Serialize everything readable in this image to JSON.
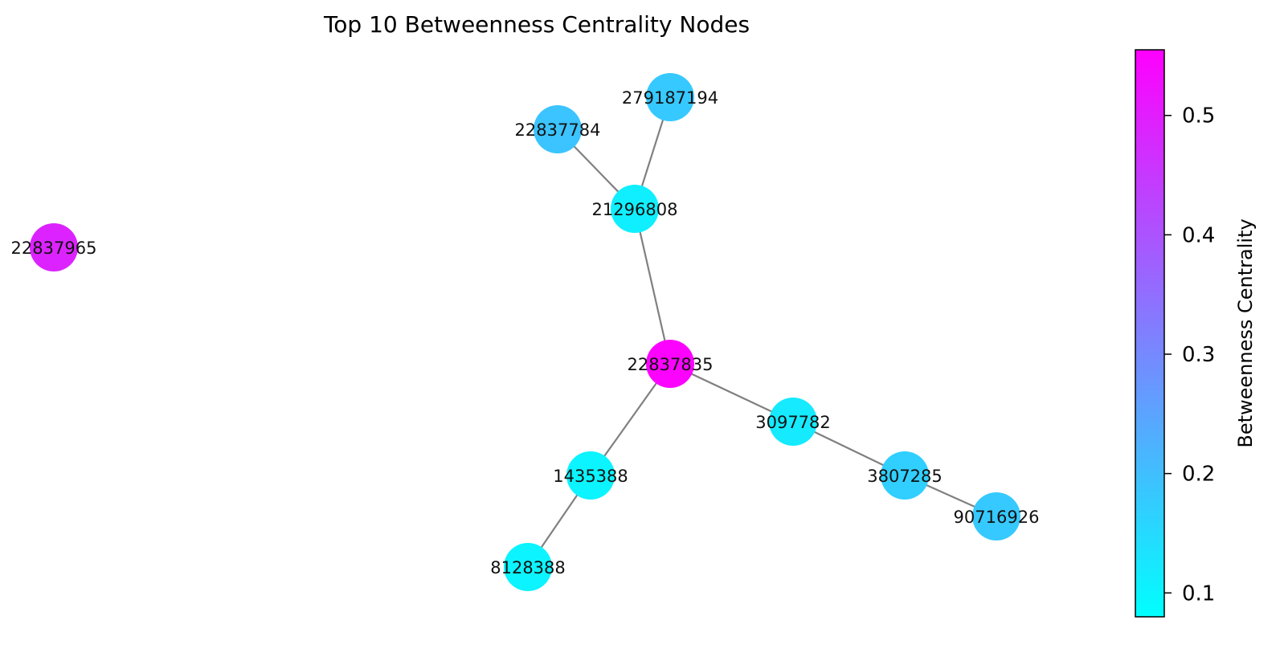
{
  "title": "Top 10 Betweenness Centrality Nodes",
  "colorbar": {
    "label": "Betweenness Centrality",
    "min": 0.08,
    "max": 0.555,
    "ticks": [
      "0.1",
      "0.2",
      "0.3",
      "0.4",
      "0.5"
    ],
    "color_low": "#00ffff",
    "color_high": "#ff00ff"
  },
  "graph": {
    "edge_color": "#808080",
    "nodes": [
      {
        "id": "22837965",
        "value": 0.49
      },
      {
        "id": "279187194",
        "value": 0.18
      },
      {
        "id": "22837784",
        "value": 0.19
      },
      {
        "id": "21296808",
        "value": 0.11
      },
      {
        "id": "22837835",
        "value": 0.55
      },
      {
        "id": "3097782",
        "value": 0.12
      },
      {
        "id": "1435388",
        "value": 0.1
      },
      {
        "id": "3807285",
        "value": 0.17
      },
      {
        "id": "90716926",
        "value": 0.18
      },
      {
        "id": "8128388",
        "value": 0.1
      }
    ],
    "edges": [
      [
        "22837784",
        "21296808"
      ],
      [
        "279187194",
        "21296808"
      ],
      [
        "21296808",
        "22837835"
      ],
      [
        "22837835",
        "3097782"
      ],
      [
        "22837835",
        "1435388"
      ],
      [
        "3097782",
        "3807285"
      ],
      [
        "3807285",
        "90716926"
      ],
      [
        "1435388",
        "8128388"
      ]
    ]
  }
}
